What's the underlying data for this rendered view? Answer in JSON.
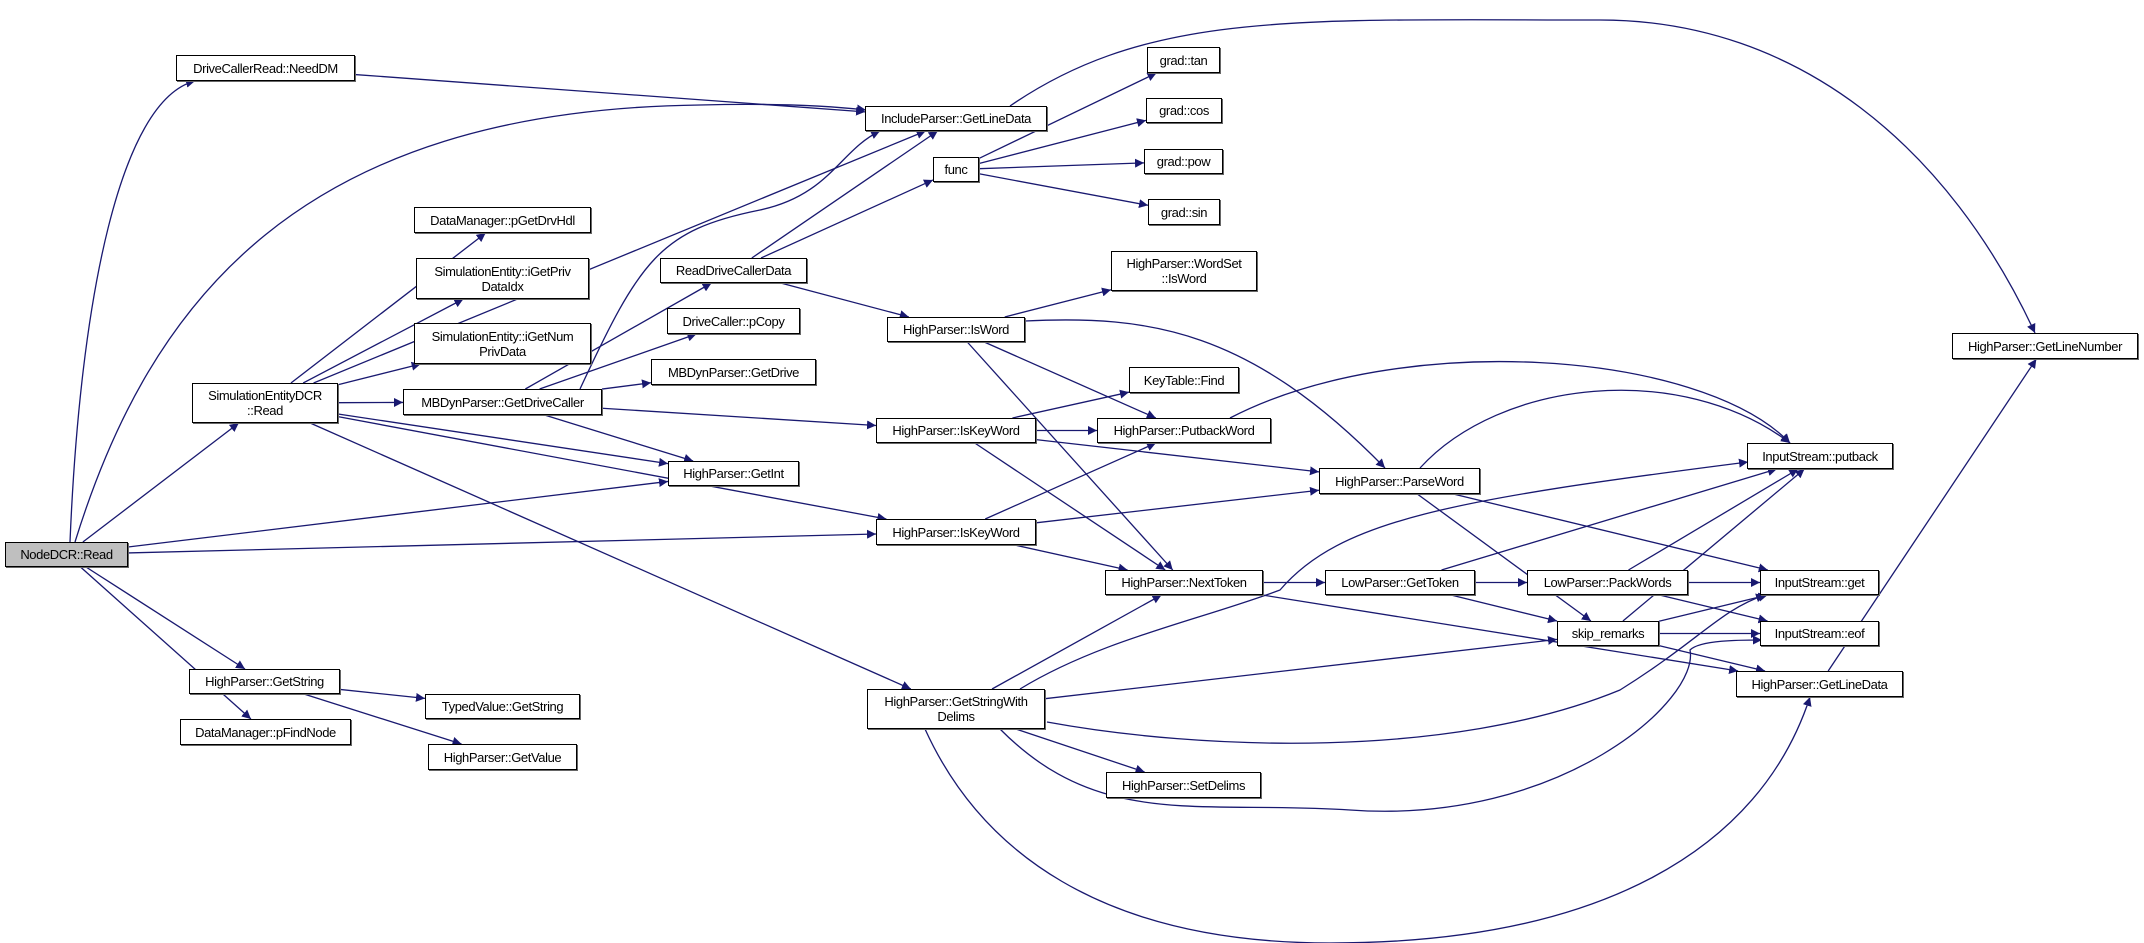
{
  "colors": {
    "edge": "#191970",
    "node_fill": "#ffffff",
    "root_fill": "#bfbfbf",
    "border": "#000000"
  },
  "root": "nodedcr",
  "nodes": {
    "nodedcr": "NodeDCR::Read",
    "needdm": "DriveCallerRead::NeedDM",
    "incl_gld": "IncludeParser::GetLineData",
    "simdcr": "SimulationEntityDCR\n::Read",
    "pgetdrvhdl": "DataManager::pGetDrvHdl",
    "igetpriv": "SimulationEntity::iGetPriv\nDataIdx",
    "igetnum": "SimulationEntity::iGetNum\nPrivData",
    "getdrivecaller": "MBDynParser::GetDriveCaller",
    "readdcd": "ReadDriveCallerData",
    "pcopy": "DriveCaller::pCopy",
    "getdrive": "MBDynParser::GetDrive",
    "getint": "HighParser::GetInt",
    "isword": "HighParser::IsWord",
    "iskw1": "HighParser::IsKeyWord",
    "iskw2": "HighParser::IsKeyWord",
    "gsd": "HighParser::GetStringWith\nDelims",
    "getstring": "HighParser::GetString",
    "typedgs": "TypedValue::GetString",
    "pfindnode": "DataManager::pFindNode",
    "getvalue": "HighParser::GetValue",
    "func": "func",
    "tan": "grad::tan",
    "cos": "grad::cos",
    "pow": "grad::pow",
    "sin": "grad::sin",
    "wordset": "HighParser::WordSet\n::IsWord",
    "keyfind": "KeyTable::Find",
    "putbackword": "HighParser::PutbackWord",
    "nexttoken": "HighParser::NextToken",
    "setdelims": "HighParser::SetDelims",
    "parseword": "HighParser::ParseWord",
    "gettoken": "LowParser::GetToken",
    "packwords": "LowParser::PackWords",
    "skip": "skip_remarks",
    "putback": "InputStream::putback",
    "get": "InputStream::get",
    "eof": "InputStream::eof",
    "hp_gld": "HighParser::GetLineData",
    "getlinenumber": "HighParser::GetLineNumber"
  },
  "edges": [
    [
      "nodedcr",
      "needdm"
    ],
    [
      "nodedcr",
      "incl_gld"
    ],
    [
      "nodedcr",
      "simdcr"
    ],
    [
      "nodedcr",
      "getint"
    ],
    [
      "nodedcr",
      "iskw2"
    ],
    [
      "nodedcr",
      "getstring"
    ],
    [
      "nodedcr",
      "pfindnode"
    ],
    [
      "needdm",
      "incl_gld"
    ],
    [
      "simdcr",
      "incl_gld"
    ],
    [
      "simdcr",
      "pgetdrvhdl"
    ],
    [
      "simdcr",
      "igetpriv"
    ],
    [
      "simdcr",
      "igetnum"
    ],
    [
      "simdcr",
      "getdrivecaller"
    ],
    [
      "simdcr",
      "getint"
    ],
    [
      "simdcr",
      "iskw2"
    ],
    [
      "simdcr",
      "gsd"
    ],
    [
      "getdrivecaller",
      "incl_gld"
    ],
    [
      "getdrivecaller",
      "readdcd"
    ],
    [
      "getdrivecaller",
      "pcopy"
    ],
    [
      "getdrivecaller",
      "getdrive"
    ],
    [
      "getdrivecaller",
      "iskw1"
    ],
    [
      "getdrivecaller",
      "getint"
    ],
    [
      "readdcd",
      "incl_gld"
    ],
    [
      "readdcd",
      "func"
    ],
    [
      "readdcd",
      "isword"
    ],
    [
      "incl_gld",
      "getlinenumber"
    ],
    [
      "func",
      "tan"
    ],
    [
      "func",
      "cos"
    ],
    [
      "func",
      "pow"
    ],
    [
      "func",
      "sin"
    ],
    [
      "isword",
      "wordset"
    ],
    [
      "isword",
      "putbackword"
    ],
    [
      "isword",
      "parseword"
    ],
    [
      "isword",
      "nexttoken"
    ],
    [
      "iskw1",
      "keyfind"
    ],
    [
      "iskw1",
      "putbackword"
    ],
    [
      "iskw1",
      "parseword"
    ],
    [
      "iskw1",
      "nexttoken"
    ],
    [
      "iskw2",
      "putbackword"
    ],
    [
      "iskw2",
      "parseword"
    ],
    [
      "iskw2",
      "nexttoken"
    ],
    [
      "putbackword",
      "putback"
    ],
    [
      "parseword",
      "putback"
    ],
    [
      "parseword",
      "get"
    ],
    [
      "parseword",
      "skip"
    ],
    [
      "nexttoken",
      "gettoken"
    ],
    [
      "nexttoken",
      "hp_gld"
    ],
    [
      "gettoken",
      "putback"
    ],
    [
      "gettoken",
      "packwords"
    ],
    [
      "gettoken",
      "skip"
    ],
    [
      "packwords",
      "putback"
    ],
    [
      "packwords",
      "get"
    ],
    [
      "packwords",
      "eof"
    ],
    [
      "skip",
      "putback"
    ],
    [
      "skip",
      "get"
    ],
    [
      "skip",
      "eof"
    ],
    [
      "skip",
      "hp_gld"
    ],
    [
      "hp_gld",
      "getlinenumber"
    ],
    [
      "gsd",
      "nexttoken"
    ],
    [
      "gsd",
      "putback"
    ],
    [
      "gsd",
      "skip"
    ],
    [
      "gsd",
      "get"
    ],
    [
      "gsd",
      "eof"
    ],
    [
      "gsd",
      "setdelims"
    ],
    [
      "gsd",
      "hp_gld"
    ],
    [
      "getstring",
      "typedgs"
    ],
    [
      "getstring",
      "getvalue"
    ]
  ]
}
